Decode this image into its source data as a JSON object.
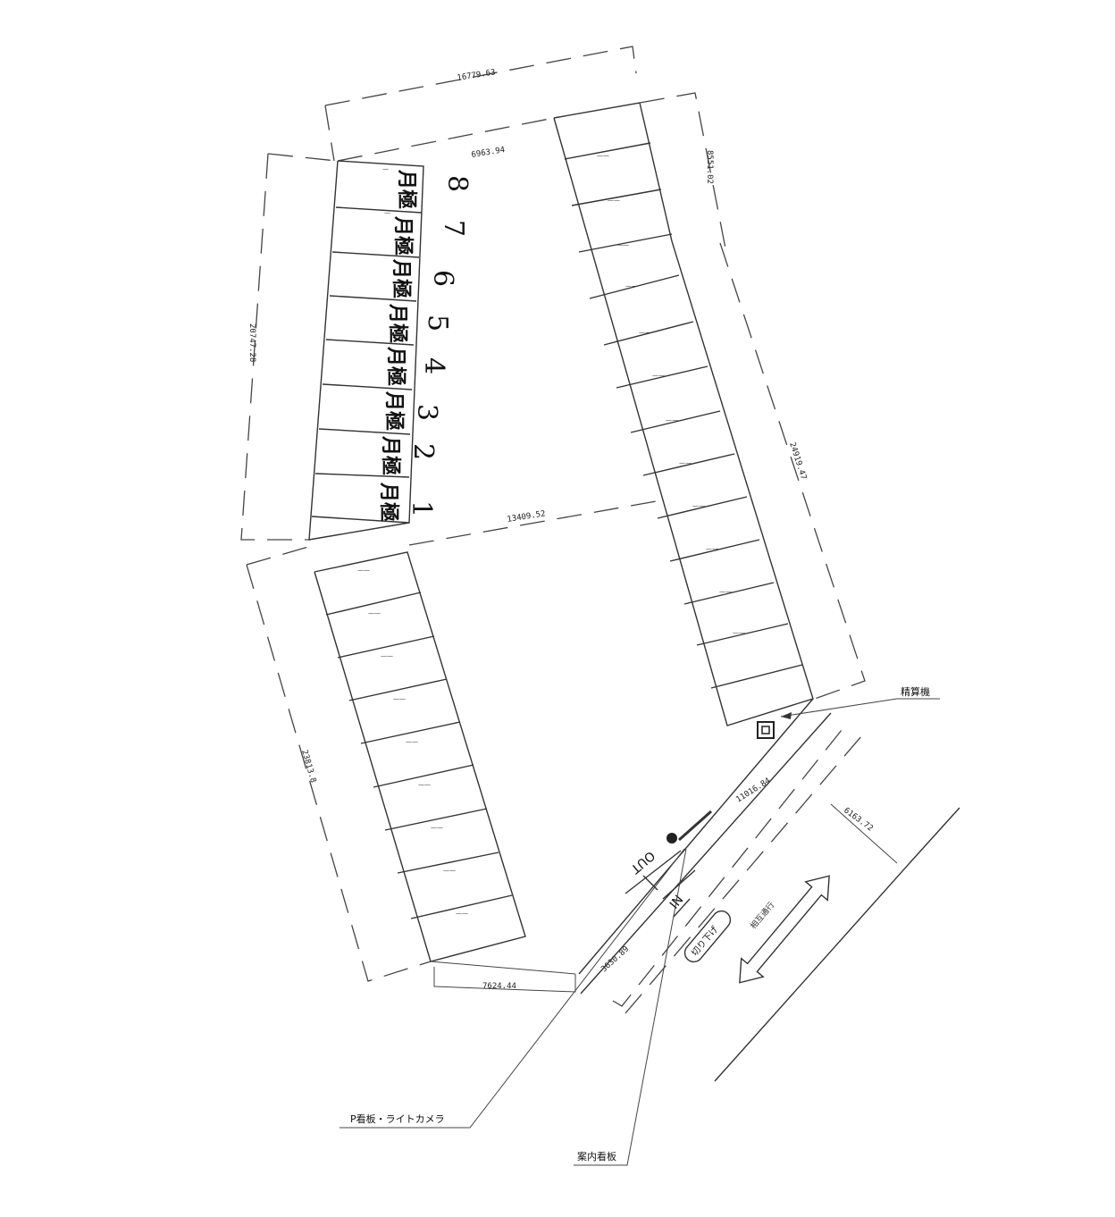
{
  "dimensions": {
    "top_width": "16779.63",
    "top_inner": "6963.94",
    "right_top": "8551.02",
    "right_long": "24919.47",
    "left_upper": "20747.28",
    "middle": "13409.52",
    "left_lower": "23813.8",
    "bottom": "7624.44",
    "entrance": "3630.89",
    "road": "11016.84",
    "road_far": "6163.72"
  },
  "handwritten_numbers": [
    "1",
    "2",
    "3",
    "4",
    "5",
    "6",
    "7",
    "8"
  ],
  "reserved_label": "月極",
  "labels": {
    "payment_machine": "精算機",
    "p_sign_camera": "P看板・ライトカメラ",
    "guide_sign": "案内看板",
    "out": "OUT",
    "in": "IN",
    "two_way": "相互通行",
    "curb_cut": "切り下げ"
  }
}
